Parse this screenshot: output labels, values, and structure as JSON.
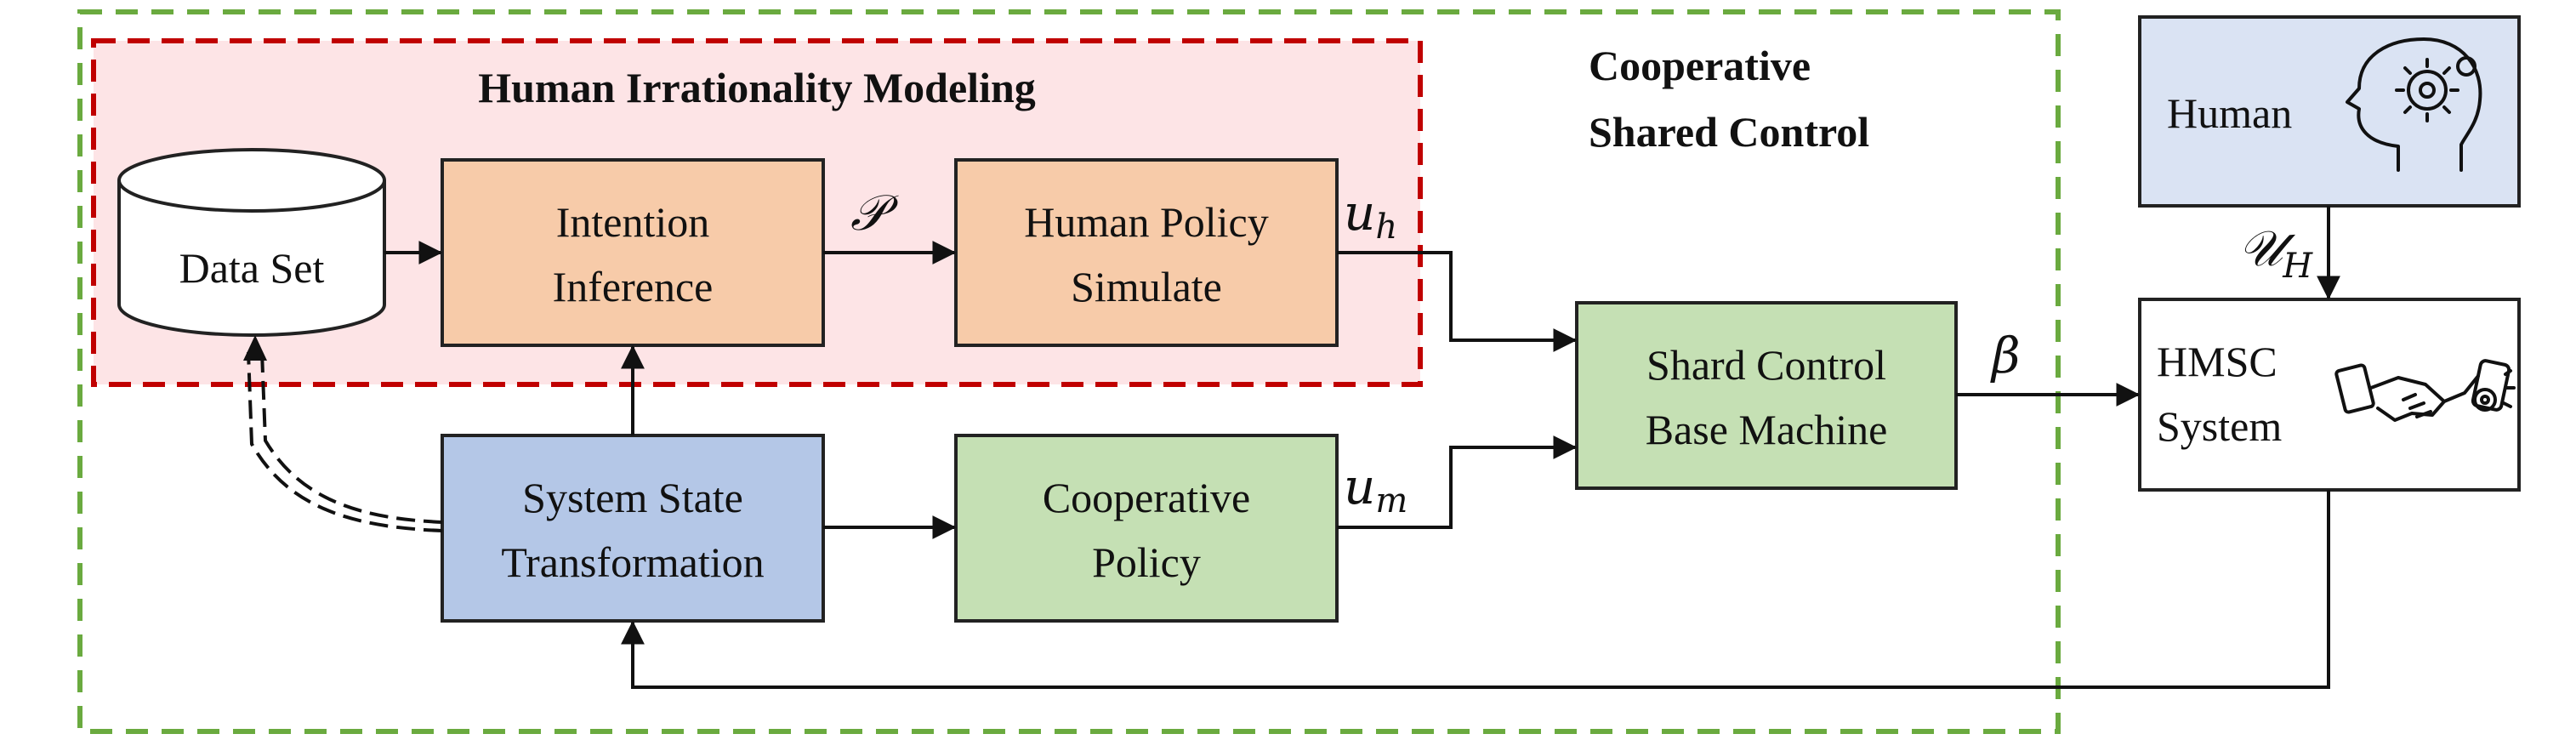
{
  "title": "",
  "colors": {
    "outer_dashed_border": "#6aaa3f",
    "inner_dashed_border": "#c00000",
    "inner_region_fill": "#fde4e6",
    "orange_box": "#f7cba9",
    "green_box": "#c5e0b4",
    "blue_box": "#b4c7e7",
    "human_box": "#dae3f3",
    "white_box": "#ffffff",
    "line": "#111111"
  },
  "regions": {
    "outer_label_line1": "Cooperative",
    "outer_label_line2": "Shared Control",
    "inner_label": "Human Irrationality Modeling"
  },
  "nodes": {
    "data_set": {
      "label": "Data Set"
    },
    "intention_inference": {
      "line1": "Intention",
      "line2": "Inference"
    },
    "human_policy_simulate": {
      "line1": "Human Policy",
      "line2": "Simulate"
    },
    "system_state_transformation": {
      "line1": "System State",
      "line2": "Transformation"
    },
    "cooperative_policy": {
      "line1": "Cooperative",
      "line2": "Policy"
    },
    "shard_control_base_machine": {
      "line1": "Shard Control",
      "line2": "Base Machine"
    },
    "human": {
      "label": "Human",
      "icon": "human-head-gear-icon"
    },
    "hmsc_system": {
      "line1": "HMSC",
      "line2": "System",
      "icon": "robot-human-handshake-icon"
    }
  },
  "edge_labels": {
    "p_symbol": "𝒫",
    "u_h_base": "u",
    "u_h_sub": "h",
    "u_m_base": "u",
    "u_m_sub": "m",
    "beta": "β",
    "u_H_base": "𝒰",
    "u_H_sub": "H"
  },
  "edges": [
    {
      "from": "data_set",
      "to": "intention_inference",
      "style": "solid"
    },
    {
      "from": "intention_inference",
      "to": "human_policy_simulate",
      "style": "solid",
      "label": "p_symbol"
    },
    {
      "from": "human_policy_simulate",
      "to": "shard_control_base_machine",
      "style": "solid",
      "label": "u_h"
    },
    {
      "from": "system_state_transformation",
      "to": "intention_inference",
      "style": "solid"
    },
    {
      "from": "system_state_transformation",
      "to": "cooperative_policy",
      "style": "solid"
    },
    {
      "from": "system_state_transformation",
      "to": "data_set",
      "style": "double-dashed"
    },
    {
      "from": "cooperative_policy",
      "to": "shard_control_base_machine",
      "style": "solid",
      "label": "u_m"
    },
    {
      "from": "shard_control_base_machine",
      "to": "hmsc_system",
      "style": "solid",
      "label": "beta"
    },
    {
      "from": "human",
      "to": "hmsc_system",
      "style": "solid",
      "label": "u_H"
    },
    {
      "from": "hmsc_system",
      "to": "system_state_transformation",
      "style": "solid"
    }
  ]
}
